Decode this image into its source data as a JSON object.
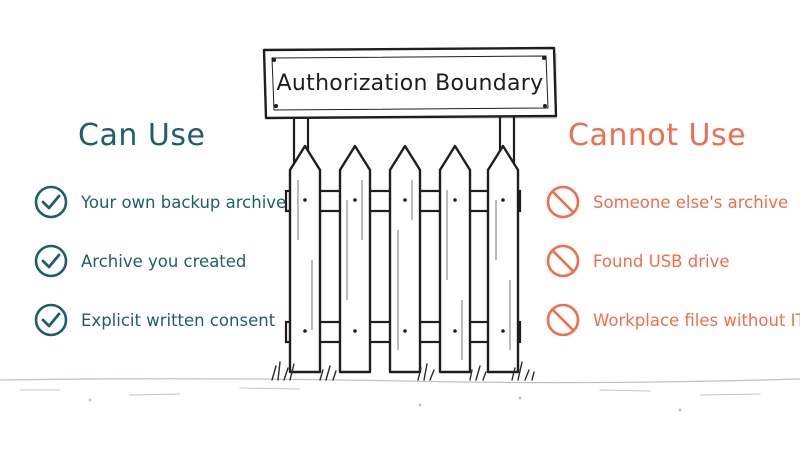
{
  "sign": {
    "text": "Authorization Boundary"
  },
  "left": {
    "title": "Can Use",
    "color": "#1f5f6b",
    "icon": "check-circle-icon",
    "items": [
      {
        "label": "Your own backup archive"
      },
      {
        "label": "Archive you created"
      },
      {
        "label": "Explicit written consent"
      }
    ]
  },
  "right": {
    "title": "Cannot Use",
    "color": "#f26d4f",
    "icon": "prohibited-icon",
    "items": [
      {
        "label": "Someone else's archive"
      },
      {
        "label": "Found USB drive"
      },
      {
        "label": "Workplace files without IT"
      }
    ]
  },
  "colors": {
    "ink": "#1e1e1e",
    "wood": "#ffffff",
    "grass": "#2b2b2b"
  }
}
